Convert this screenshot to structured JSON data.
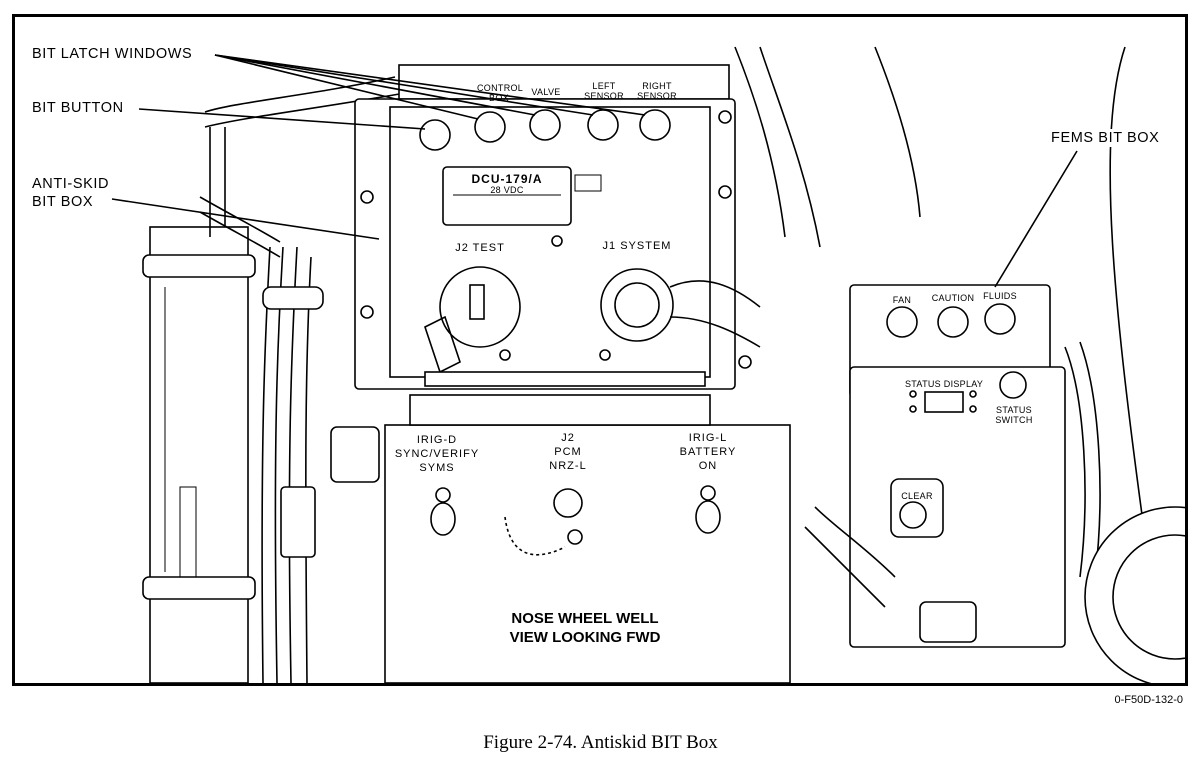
{
  "labels": {
    "bit_latch_windows": "BIT LATCH WINDOWS",
    "bit_button": "BIT BUTTON",
    "anti_skid_line1": "ANTI-SKID",
    "anti_skid_line2": "BIT BOX",
    "fems_bit_box": "FEMS BIT BOX"
  },
  "panel_markings": {
    "window_control_box": "CONTROL BOX",
    "window_valve": "VALVE",
    "window_left_sensor": "LEFT SENSOR",
    "window_right_sensor": "RIGHT SENSOR",
    "nameplate_model": "DCU-179/A",
    "nameplate_voltage": "28 VDC",
    "j2_test": "J2 TEST",
    "j1_system": "J1 SYSTEM",
    "irig_d_line1": "IRIG-D",
    "irig_d_line2": "SYNC/VERIFY",
    "irig_d_line3": "SYMS",
    "j2_pcm_line1": "J2",
    "j2_pcm_line2": "PCM",
    "j2_pcm_line3": "NRZ-L",
    "battery_line1": "IRIG-L",
    "battery_line2": "BATTERY",
    "battery_line3": "ON",
    "fems_fan": "FAN",
    "fems_caution": "CAUTION",
    "fems_fluids": "FLUIDS",
    "fems_status_display": "STATUS DISPLAY",
    "fems_status_switch_line1": "STATUS",
    "fems_status_switch_line2": "SWITCH",
    "fems_clear": "CLEAR"
  },
  "view_note": {
    "line1": "NOSE WHEEL WELL",
    "line2": "VIEW LOOKING FWD"
  },
  "figure_id": "0-F50D-132-0",
  "caption": "Figure 2-74.  Antiskid BIT Box"
}
